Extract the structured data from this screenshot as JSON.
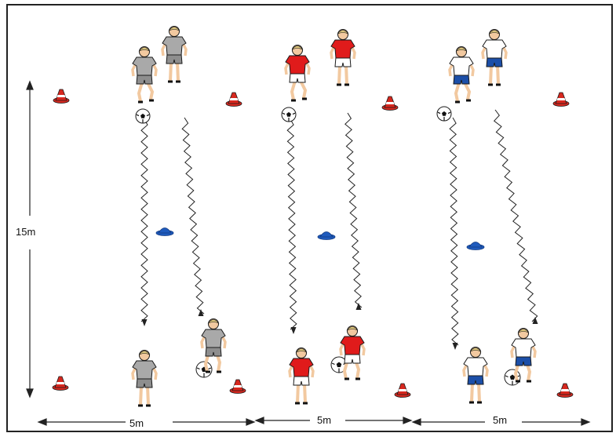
{
  "labels": {
    "vertical_distance": "15m",
    "horizontal_distances": [
      "5m",
      "5m",
      "5m"
    ]
  },
  "colors": {
    "outline": "#1a1a1a",
    "cone_red": "#d6281f",
    "cone_white": "#ffffff",
    "marker_blue": "#1f5bbd",
    "team_grey_shirt": "#a9a9a9",
    "team_grey_shorts": "#8e8e8e",
    "team_red_shirt": "#e01b1b",
    "team_red_shorts": "#ffffff",
    "team_white_shirt": "#ffffff",
    "team_white_shorts": "#1c4fa8",
    "skin": "#f2c9a0",
    "ball": "#ffffff"
  },
  "groups": [
    {
      "name": "grey",
      "shirt": "team_grey_shirt",
      "shorts": "team_grey_shorts"
    },
    {
      "name": "red",
      "shirt": "team_red_shirt",
      "shorts": "team_red_shorts"
    },
    {
      "name": "white",
      "shirt": "team_white_shirt",
      "shorts": "team_white_shorts"
    }
  ],
  "icons": {
    "cone": "red-cone-icon",
    "marker": "blue-disc-marker-icon",
    "ball": "soccer-ball-icon",
    "player": "player-figure-icon"
  }
}
